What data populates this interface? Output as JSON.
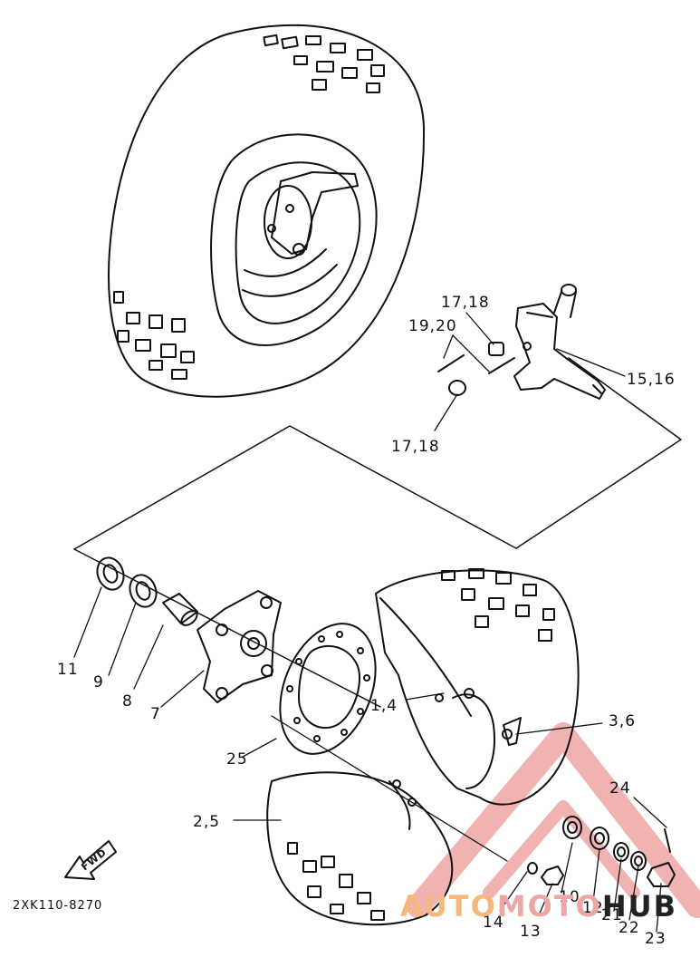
{
  "diagram": {
    "labels": [
      {
        "id": "17-18-top",
        "text": "17,18"
      },
      {
        "id": "19-20",
        "text": "19,20"
      },
      {
        "id": "15-16",
        "text": "15,16"
      },
      {
        "id": "17-18-bottom",
        "text": "17,18"
      },
      {
        "id": "11",
        "text": "11"
      },
      {
        "id": "9",
        "text": "9"
      },
      {
        "id": "8",
        "text": "8"
      },
      {
        "id": "7",
        "text": "7"
      },
      {
        "id": "1-4",
        "text": "1,4"
      },
      {
        "id": "3-6",
        "text": "3,6"
      },
      {
        "id": "25",
        "text": "25"
      },
      {
        "id": "2-5",
        "text": "2,5"
      },
      {
        "id": "24",
        "text": "24"
      },
      {
        "id": "10",
        "text": "10"
      },
      {
        "id": "12",
        "text": "12"
      },
      {
        "id": "21",
        "text": "21"
      },
      {
        "id": "22",
        "text": "22"
      },
      {
        "id": "23",
        "text": "23"
      },
      {
        "id": "14",
        "text": "14"
      },
      {
        "id": "13",
        "text": "13"
      }
    ],
    "fwd_arrow": "FWD",
    "drawing_code": "2XK110-8270"
  },
  "watermark": {
    "part1": "AUTO",
    "part2": "MOTO",
    "part3": "HUB",
    "colors": {
      "primary": "#f3b87a",
      "secondary": "#e9a8a6",
      "dark": "#222222",
      "logo": "#e57373"
    }
  }
}
